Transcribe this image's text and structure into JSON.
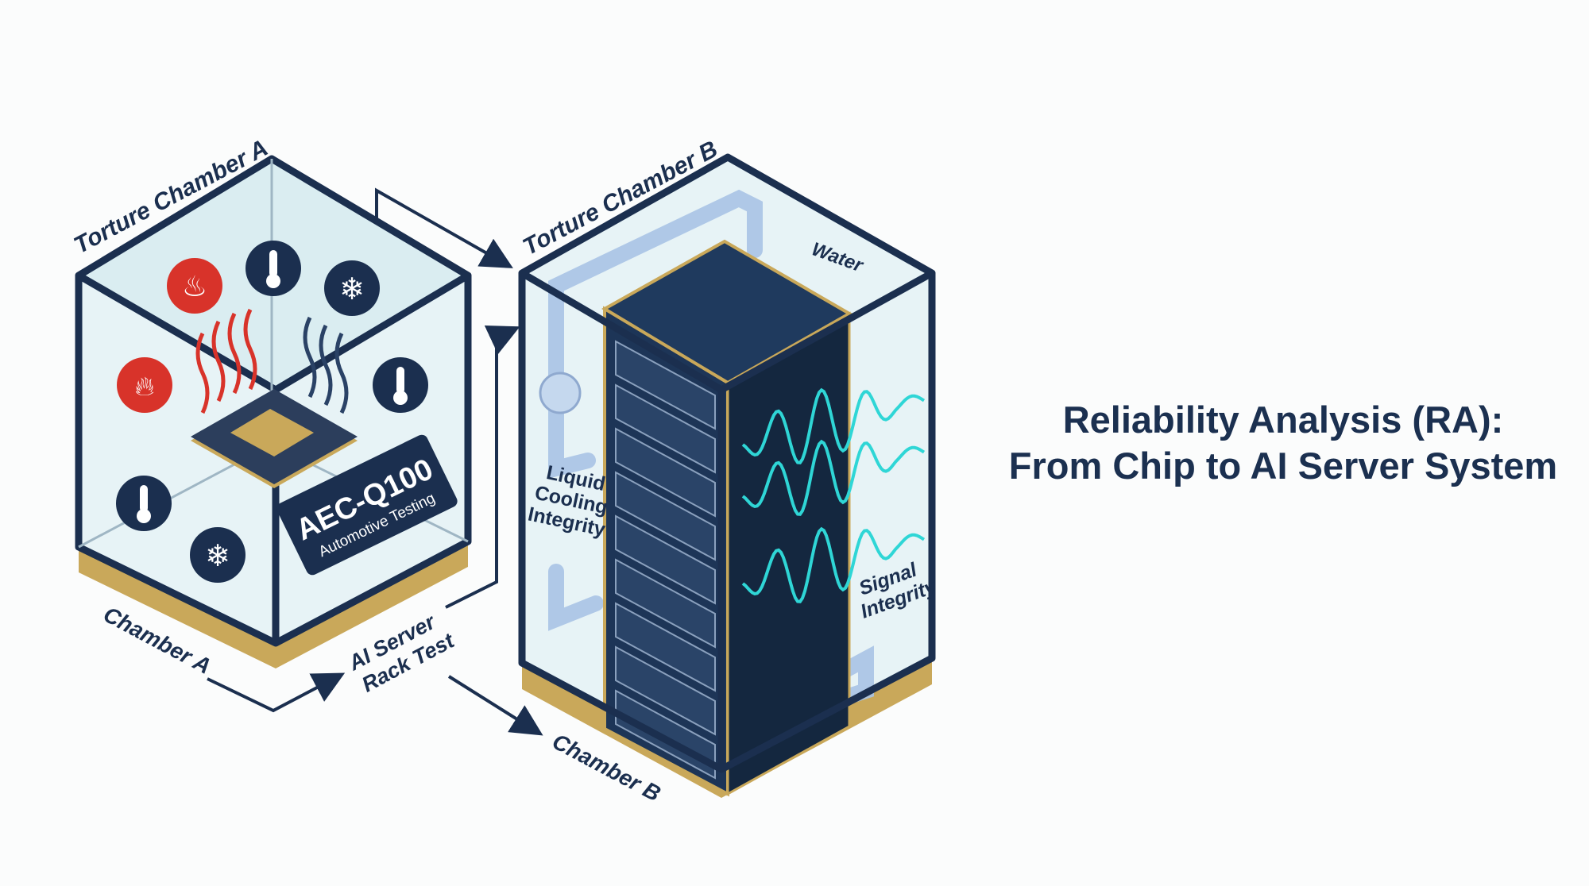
{
  "title": {
    "line1": "Reliability Analysis (RA):",
    "line2": "From Chip to AI Server System"
  },
  "chamber_a": {
    "title": "Torture Chamber A",
    "caption": "Chamber A",
    "badge_title": "AEC-Q100",
    "badge_subtitle": "Automotive Testing",
    "icons": [
      "heat-icon",
      "thermometer-icon",
      "snowflake-icon",
      "flame-icon",
      "thermometer-icon",
      "thermometer-icon",
      "snowflake-icon"
    ]
  },
  "chamber_b": {
    "title": "Torture Chamber B",
    "caption": "Chamber B",
    "water_label": "Water",
    "cooling_label": "Liquid Cooling Integrity",
    "cooling_lines": [
      "Liquid",
      "Cooling",
      "Integrity"
    ],
    "signal_lines": [
      "Signal",
      "Integrity"
    ]
  },
  "flow_label_lines": [
    "AI Server",
    "Rack Test"
  ],
  "colors": {
    "navy": "#1b2f4f",
    "gold": "#c9a85a",
    "red": "#d8332a",
    "cyan": "#2fd6d6",
    "glass": "#e3f1f5",
    "pipe": "#a9c3e6"
  }
}
